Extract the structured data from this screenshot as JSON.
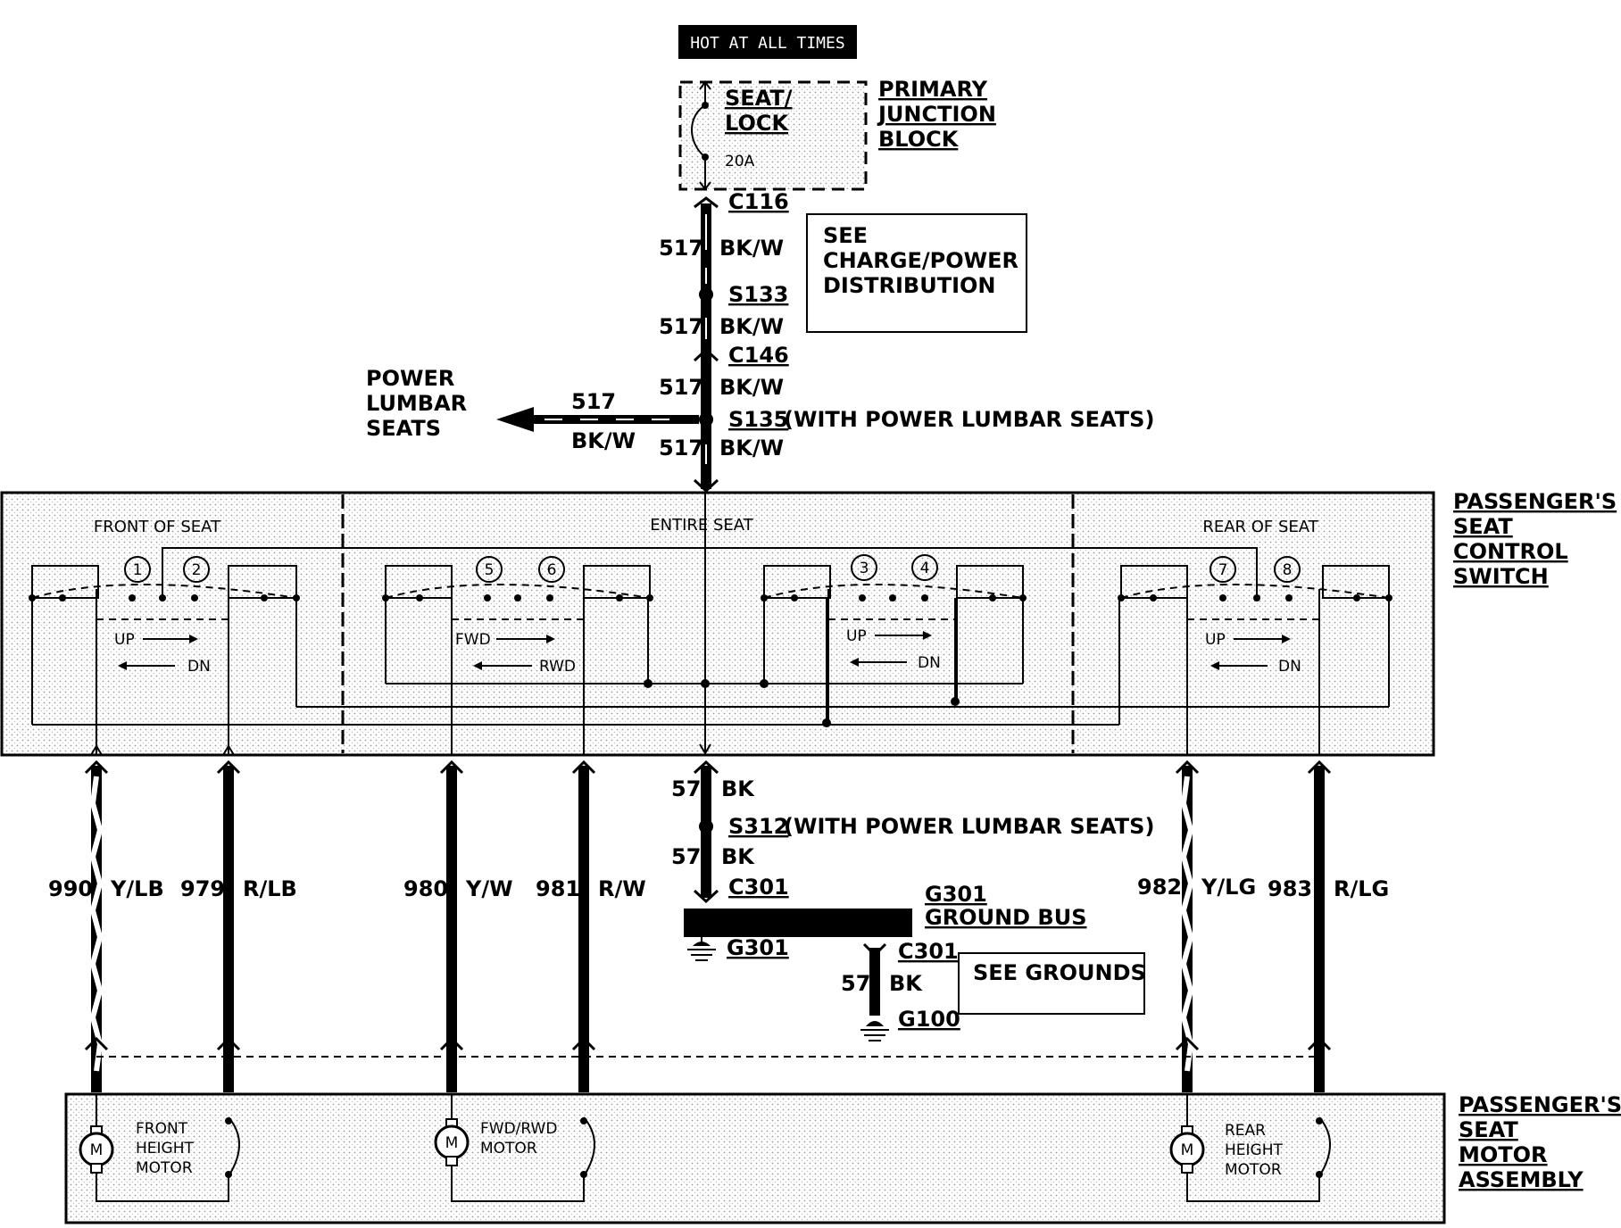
{
  "power": {
    "hot_label": "HOT AT ALL TIMES",
    "fuse_name_1": "SEAT/",
    "fuse_name_2": "LOCK",
    "fuse_rating": "20A",
    "junction_1": "PRIMARY",
    "junction_2": "JUNCTION",
    "junction_3": "BLOCK"
  },
  "see_boxes": {
    "charge_1": "SEE",
    "charge_2": "CHARGE/POWER",
    "charge_3": "DISTRIBUTION",
    "grounds": "SEE GROUNDS"
  },
  "feed": {
    "c116": "C116",
    "s133": "S133",
    "c146": "C146",
    "s135": "S135",
    "s135_note": "(WITH POWER LUMBAR SEATS)",
    "circuit": "517",
    "color": "BK/W",
    "lumbar_1": "POWER",
    "lumbar_2": "LUMBAR",
    "lumbar_3": "SEATS"
  },
  "switch": {
    "name_1": "PASSENGER'S",
    "name_2": "SEAT",
    "name_3": "CONTROL",
    "name_4": "SWITCH",
    "front": "FRONT OF SEAT",
    "entire": "ENTIRE SEAT",
    "rear": "REAR OF SEAT",
    "pins": [
      "1",
      "2",
      "5",
      "6",
      "3",
      "4",
      "7",
      "8"
    ],
    "up": "UP",
    "dn": "DN",
    "fwd": "FWD",
    "rwd": "RWD"
  },
  "wires": [
    {
      "circuit": "990",
      "color": "Y/LB"
    },
    {
      "circuit": "979",
      "color": "R/LB"
    },
    {
      "circuit": "980",
      "color": "Y/W"
    },
    {
      "circuit": "981",
      "color": "R/W"
    },
    {
      "circuit": "982",
      "color": "Y/LG"
    },
    {
      "circuit": "983",
      "color": "R/LG"
    }
  ],
  "ground": {
    "circuit": "57",
    "color": "BK",
    "s312": "S312",
    "s312_note": "(WITH POWER LUMBAR SEATS)",
    "c301": "C301",
    "g301": "G301",
    "bus": "GROUND BUS",
    "g100": "G100"
  },
  "motors": {
    "name_1": "PASSENGER'S",
    "name_2": "SEAT",
    "name_3": "MOTOR",
    "name_4": "ASSEMBLY",
    "m": "M",
    "front_1": "FRONT",
    "front_2": "HEIGHT",
    "front_3": "MOTOR",
    "fwd_1": "FWD/RWD",
    "fwd_2": "MOTOR",
    "rear_1": "REAR",
    "rear_2": "HEIGHT",
    "rear_3": "MOTOR"
  }
}
